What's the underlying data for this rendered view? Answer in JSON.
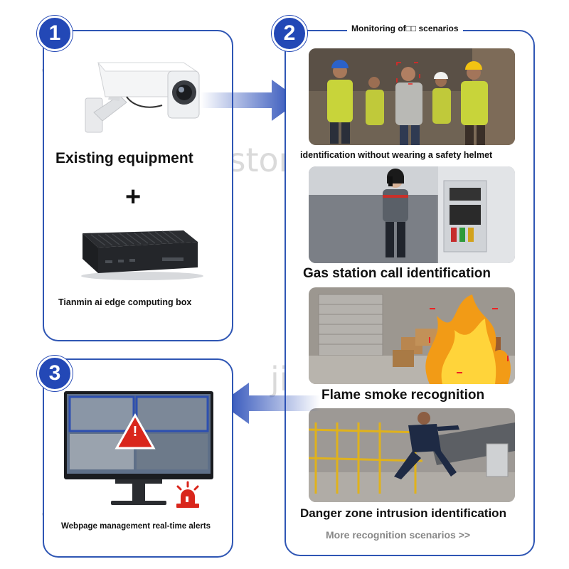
{
  "steps": {
    "one": "1",
    "two": "2",
    "three": "3"
  },
  "panel1": {
    "equipment_label": "Existing equipment",
    "plus": "+",
    "box_label": "Tianmin ai edge computing box"
  },
  "panel2": {
    "title": "Monitoring of□□ scenarios",
    "scenarios": [
      {
        "label": "identification without wearing a safety helmet"
      },
      {
        "label": "Gas station call identification"
      },
      {
        "label": "Flame smoke recognition"
      },
      {
        "label": "Danger zone intrusion identification"
      }
    ],
    "more": "More recognition scenarios >>"
  },
  "panel3": {
    "alert_label": "Webpage management real-time alerts",
    "warning_glyph": "!"
  },
  "watermark": "jiasu  store",
  "colors": {
    "accent_blue": "#2348b6",
    "border_blue": "#2f56b4",
    "warning_red": "#d9261c",
    "vest_yellow": "#c8d43a"
  }
}
